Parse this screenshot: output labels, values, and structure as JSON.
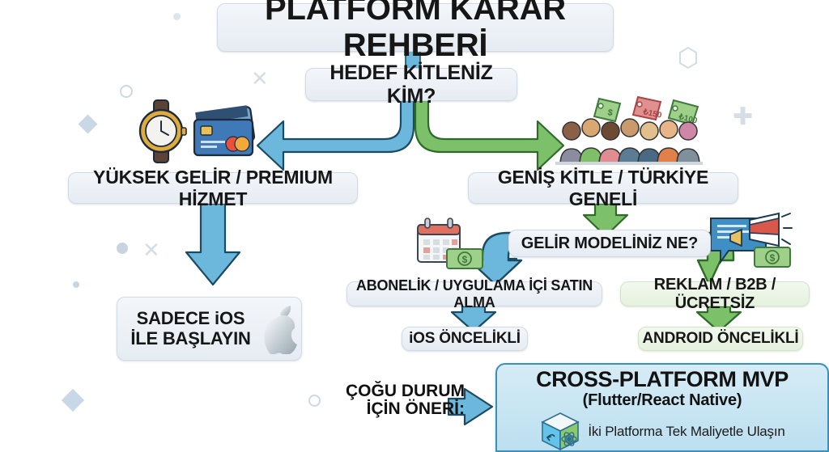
{
  "title": {
    "text": "PLATFORM KARAR REHBERİ"
  },
  "nodes": {
    "question1": "HEDEF KİTLENİZ KİM?",
    "left_branch": "YÜKSEK GELİR / PREMIUM HİZMET",
    "right_branch": "GENİŞ KİTLE / TÜRKİYE GENELİ",
    "question2": "GELİR MODELİNİZ NE?",
    "subscription": "ABONELİK / UYGULAMA İÇİ SATIN ALMA",
    "ads": "REKLAM / B2B / ÜCRETSİZ",
    "ios_result": "iOS ÖNCELİKLİ",
    "android_result": "ANDROID ÖNCELİKLİ",
    "ios_only_line1": "SADECE iOS",
    "ios_only_line2": "İLE BAŞLAYIN"
  },
  "recommendation": {
    "label_line1": "ÇOĞU DURUM",
    "label_line2": "İÇİN ÖNERİ:",
    "title": "CROSS-PLATFORM MVP",
    "subtitle": "(Flutter/React Native)",
    "tagline": "İki Platforma Tek Maliyetle Ulaşın"
  },
  "icons": {
    "watch": "watch-icon",
    "credit_card": "credit-card-icon",
    "crowd": "crowd-of-people-icon",
    "price_tags": [
      "$",
      "₺150",
      "₺100"
    ],
    "calendar": "calendar-icon",
    "money_left": "dollar-bill-icon",
    "megaphone": "megaphone-advertising-icon",
    "money_right": "dollar-bill-icon",
    "apple": "apple-logo-icon",
    "cube": "3d-cube-cross-platform-icon"
  },
  "colors": {
    "blue_arrow": "#6cb8dd",
    "blue_arrow_stroke": "#1b4a63",
    "green_arrow": "#7cc06a",
    "green_arrow_stroke": "#2f6b28",
    "box_blue_fill": "#e9eff5",
    "box_green_fill": "#e9f3e2",
    "mvp_fill": "#c6e3f2",
    "mvp_border": "#3d8fb5",
    "text": "#141414"
  }
}
